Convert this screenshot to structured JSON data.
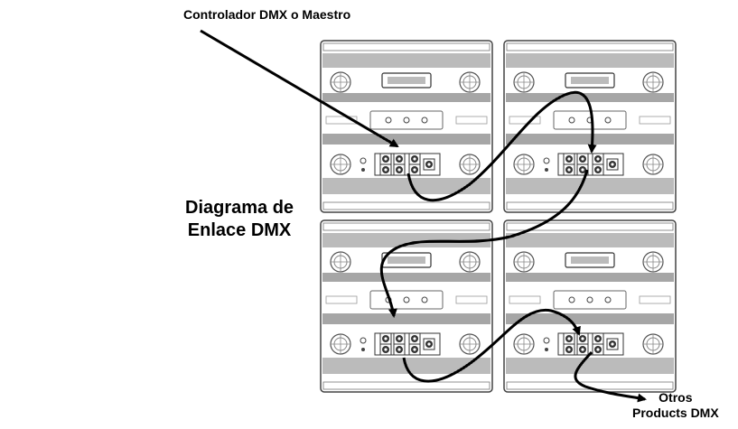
{
  "labels": {
    "controller": "Controlador DMX o Maestro",
    "title_line1": "Diagrama de",
    "title_line2": "Enlace DMX",
    "others_line1": "Otros",
    "others_line2": "Products DMX"
  },
  "fixtures": [
    {
      "name": "fixture-top-left"
    },
    {
      "name": "fixture-top-right"
    },
    {
      "name": "fixture-bottom-left"
    },
    {
      "name": "fixture-bottom-right"
    }
  ],
  "colors": {
    "line": "#000000",
    "panel": "#ffffff",
    "stripe": "#777777",
    "band": "#d4d4d4"
  },
  "icons": [
    "dmx-cable",
    "arrow-head",
    "xlr-connector",
    "fan-grille",
    "display-screen",
    "fixture-panel"
  ]
}
